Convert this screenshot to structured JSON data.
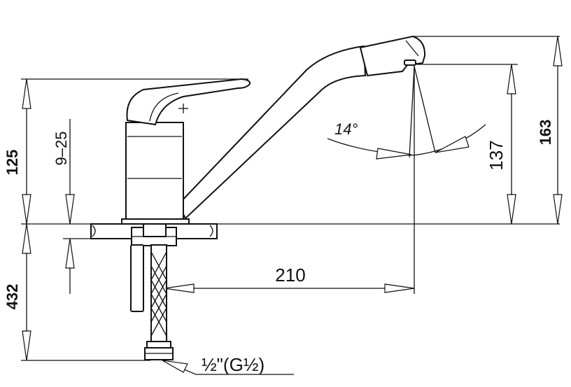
{
  "dimensions": {
    "height_above_deck": "125",
    "deck_thickness_range": "9–25",
    "shank_length": "432",
    "spout_reach": "210",
    "aerator_height": "137",
    "overall_height": "163",
    "swivel_angle": "14°",
    "hose_thread": "½\"(G½)"
  }
}
